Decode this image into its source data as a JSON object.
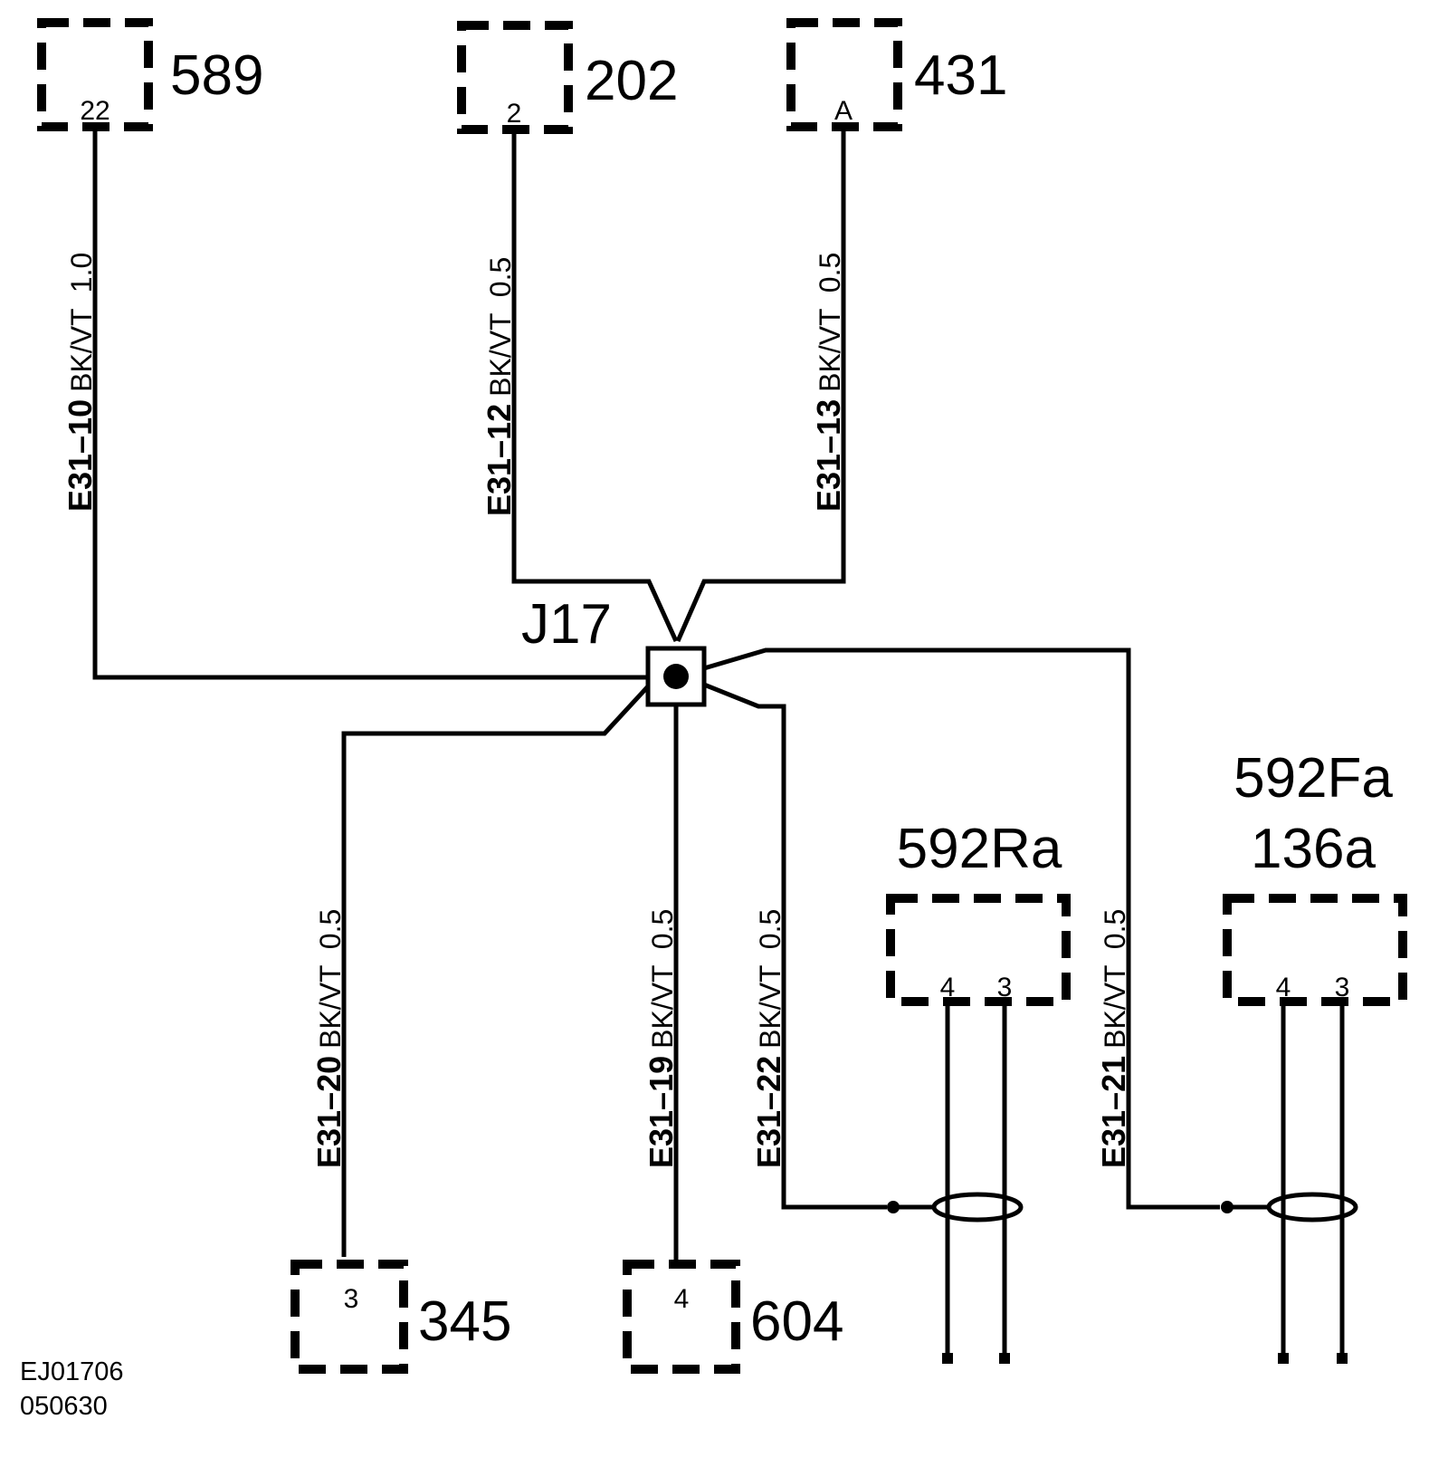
{
  "connectors": {
    "c589": {
      "label": "589",
      "pin": "22"
    },
    "c202": {
      "label": "202",
      "pin": "2"
    },
    "c431": {
      "label": "431",
      "pin": "A"
    },
    "c345": {
      "label": "345",
      "pin": "3"
    },
    "c604": {
      "label": "604",
      "pin": "4"
    },
    "c592r": {
      "label": "592Ra",
      "pins": [
        "4",
        "3"
      ]
    },
    "c592f": {
      "label": "592Fa",
      "label2": "136a",
      "pins": [
        "4",
        "3"
      ]
    }
  },
  "splice": {
    "label": "J17"
  },
  "wires": {
    "w10": {
      "id": "E31–10",
      "spec": "BK/VT  1.0"
    },
    "w12": {
      "id": "E31–12",
      "spec": "BK/VT  0.5"
    },
    "w13": {
      "id": "E31–13",
      "spec": "BK/VT  0.5"
    },
    "w20": {
      "id": "E31–20",
      "spec": "BK/VT  0.5"
    },
    "w19": {
      "id": "E31–19",
      "spec": "BK/VT  0.5"
    },
    "w22": {
      "id": "E31–22",
      "spec": "BK/VT  0.5"
    },
    "w21": {
      "id": "E31–21",
      "spec": "BK/VT  0.5"
    }
  },
  "footer": {
    "code1": "EJ01706",
    "code2": "050630"
  }
}
